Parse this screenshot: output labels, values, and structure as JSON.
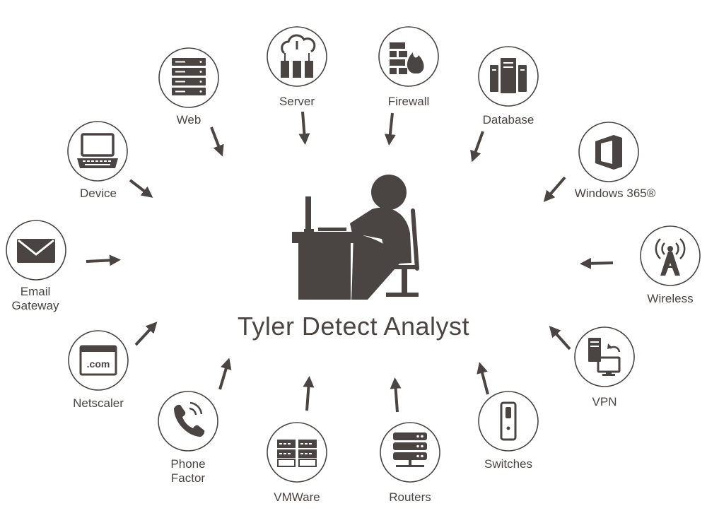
{
  "title": "Tyler Detect Analyst",
  "nodes": {
    "web": "Web",
    "server": "Server",
    "firewall": "Firewall",
    "database": "Database",
    "device": "Device",
    "windows365": "Windows 365®",
    "email_line1": "Email",
    "email_line2": "Gateway",
    "wireless": "Wireless",
    "netscaler": "Netscaler",
    "vpn": "VPN",
    "phone_line1": "Phone",
    "phone_line2": "Factor",
    "vmware": "VMWare",
    "routers": "Routers",
    "switches": "Switches"
  },
  "icon_text": {
    "com": ".com"
  },
  "icons": {
    "web": "server-rack-icon",
    "server": "cloud-server-icon",
    "firewall": "firewall-icon",
    "database": "database-icon",
    "device": "laptop-icon",
    "windows365": "office-icon",
    "email": "envelope-icon",
    "wireless": "antenna-icon",
    "netscaler": "browser-icon",
    "vpn": "vpn-icon",
    "phone": "phone-icon",
    "vmware": "vm-icon",
    "routers": "router-icon",
    "switches": "switch-icon"
  },
  "colors": {
    "ink": "#4a4543",
    "background": "#ffffff"
  }
}
